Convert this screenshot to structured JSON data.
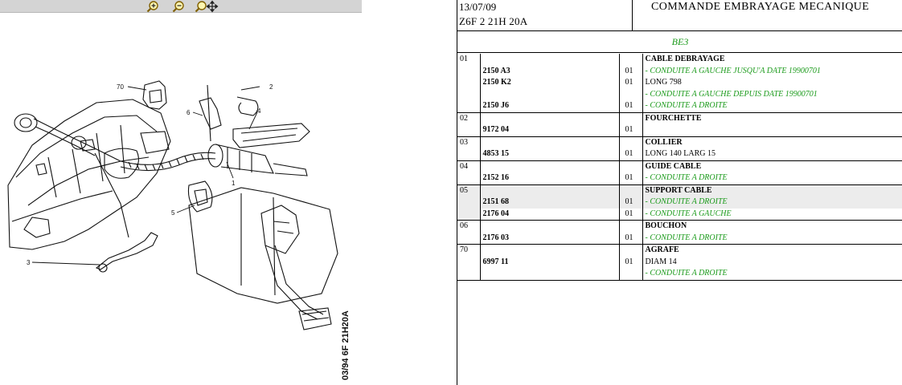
{
  "toolbar": {
    "zoom_in_icon": "zoom-in-icon",
    "zoom_out_icon": "zoom-out-icon",
    "pan_icon": "pan-icon"
  },
  "diagram": {
    "callouts": [
      "70",
      "2",
      "6",
      "4",
      "1",
      "5",
      "3"
    ],
    "stamp": "03/94 6F 21H20A"
  },
  "header": {
    "date": "13/07/09",
    "code": "Z6F 2 21H 20A",
    "title": "COMMANDE EMBRAYAGE MECANIQUE",
    "variant": "BE3"
  },
  "colors": {
    "green": "#1a9a1a",
    "toolbar": "#d4d4d4",
    "shade": "#ececec"
  },
  "parts": [
    {
      "num": "01",
      "name": "CABLE DEBRAYAGE",
      "lines": [
        {
          "ref": "",
          "qty": "",
          "text": "CABLE DEBRAYAGE",
          "style": "bold"
        },
        {
          "ref": "2150 A3",
          "qty": "01",
          "text": "- CONDUITE A GAUCHE JUSQU'A DATE 19900701",
          "style": "green"
        },
        {
          "ref": "2150 K2",
          "qty": "01",
          "text": "LONG 798",
          "style": "plain"
        },
        {
          "ref": "",
          "qty": "",
          "text": "- CONDUITE A GAUCHE DEPUIS DATE 19900701",
          "style": "green"
        },
        {
          "ref": "2150 J6",
          "qty": "01",
          "text": "- CONDUITE A DROITE",
          "style": "green"
        }
      ]
    },
    {
      "num": "02",
      "lines": [
        {
          "ref": "",
          "qty": "",
          "text": "FOURCHETTE",
          "style": "bold"
        },
        {
          "ref": "9172 04",
          "qty": "01",
          "text": "",
          "style": "plain"
        }
      ]
    },
    {
      "num": "03",
      "lines": [
        {
          "ref": "",
          "qty": "",
          "text": "COLLIER",
          "style": "bold"
        },
        {
          "ref": "4853 15",
          "qty": "01",
          "text": "LONG 140 LARG 15",
          "style": "plain"
        }
      ]
    },
    {
      "num": "04",
      "lines": [
        {
          "ref": "",
          "qty": "",
          "text": "GUIDE CABLE",
          "style": "bold"
        },
        {
          "ref": "2152 16",
          "qty": "01",
          "text": "- CONDUITE A DROITE",
          "style": "green"
        }
      ]
    },
    {
      "num": "05",
      "shaded": true,
      "lines": [
        {
          "ref": "",
          "qty": "",
          "text": "SUPPORT CABLE",
          "style": "bold"
        },
        {
          "ref": "2151 68",
          "qty": "01",
          "text": "- CONDUITE A DROITE",
          "style": "green"
        },
        {
          "ref": "2176 04",
          "qty": "01",
          "text": "- CONDUITE A GAUCHE",
          "style": "green",
          "shade": false
        }
      ]
    },
    {
      "num": "06",
      "lines": [
        {
          "ref": "",
          "qty": "",
          "text": "BOUCHON",
          "style": "bold"
        },
        {
          "ref": "2176 03",
          "qty": "01",
          "text": "- CONDUITE A DROITE",
          "style": "green"
        }
      ]
    },
    {
      "num": "70",
      "lines": [
        {
          "ref": "",
          "qty": "",
          "text": "AGRAFE",
          "style": "bold"
        },
        {
          "ref": "6997 11",
          "qty": "01",
          "text": "DIAM 14",
          "style": "plain"
        },
        {
          "ref": "",
          "qty": "",
          "text": "- CONDUITE A DROITE",
          "style": "green"
        }
      ]
    }
  ]
}
